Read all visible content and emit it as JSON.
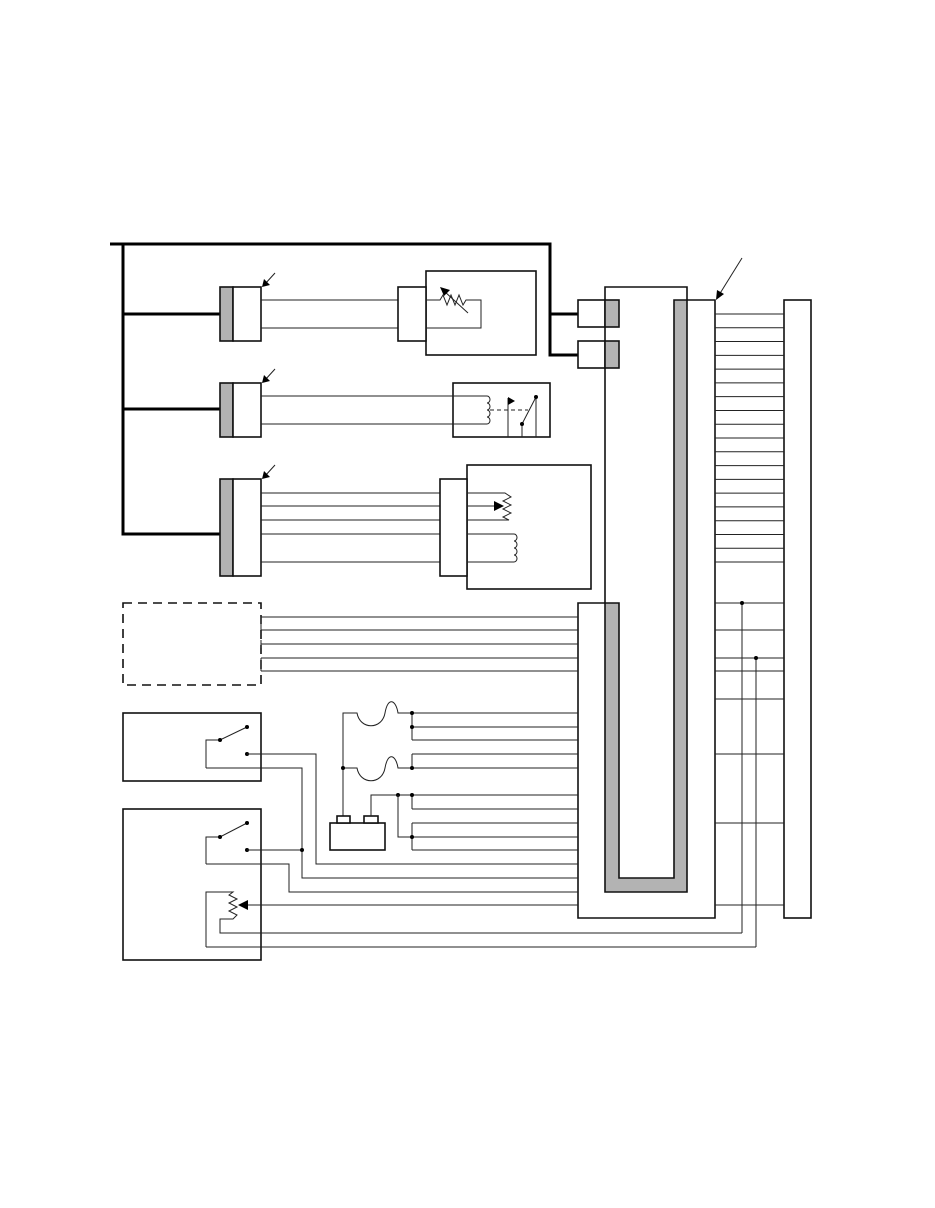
{
  "diagram": {
    "type": "wiring-schematic",
    "colors": {
      "line": "#222222",
      "connector_shade": "#b3b3b3",
      "background": "#ffffff"
    },
    "components": [
      "connector",
      "variable-resistor",
      "relay-coil-switch",
      "potentiometer",
      "inductor-coil",
      "optional-module",
      "switch",
      "fuse",
      "battery",
      "harness-connector",
      "terminal-strip"
    ]
  }
}
